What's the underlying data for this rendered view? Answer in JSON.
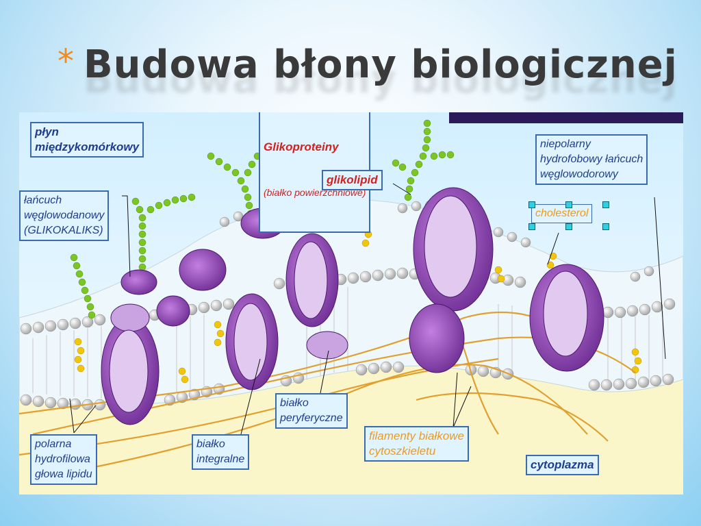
{
  "slide": {
    "bullet": "*",
    "title": "Budowa błony biologicznej"
  },
  "colors": {
    "title": "#3a3a3a",
    "bullet": "#f08a1e",
    "label_text": "#1f3d8c",
    "label_bg": "#dff4ff",
    "protein": "#8e3fb5",
    "sugar_chain": "#7cc623",
    "cytoskeleton": "#e0a030",
    "cytoplasm": "#fbf6c9"
  },
  "labels": {
    "plyn": "płyn\nmiędzykomórkowy",
    "glikoproteiny": "Glikoproteiny",
    "bialko_powierzchniowe": "(białko powierzchniowe)",
    "glikolipid": "glikolipid",
    "lancuch_weglowodanowy": "łańcuch\nwęglowodanowy\n(GLIKOKALIKS)",
    "niepolarny": "niepolarny\nhydrofobowy łańcuch\nwęglowodorowy",
    "cholesterol": "cholesterol",
    "polarna": "polarna\nhydrofilowa\ngłowa lipidu",
    "bialko_integralne": "białko\nintegralne",
    "bialko_peryferyczne": "białko\nperyferyczne",
    "filamenty": "filamenty białkowe\ncytoszkieletu",
    "cytoplazma": "cytoplazma"
  }
}
